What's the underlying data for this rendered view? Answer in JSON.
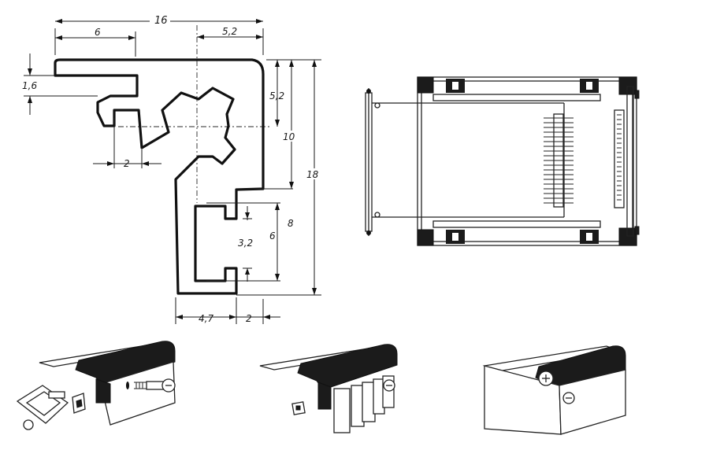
{
  "profile_drawing": {
    "dimensions": {
      "overall_width": "16",
      "left_flange": "6",
      "right_offset": "5,2",
      "flange_thickness": "1,6",
      "vertical_offset_upper": "5,2",
      "vertical_offset_center": "10",
      "overall_height": "18",
      "slot_height": "8",
      "slot_inner": "6",
      "slot_opening": "3,2",
      "tab_width": "2",
      "bottom_width": "4,7",
      "bottom_lip": "2"
    }
  },
  "icons": {
    "frame_plan": "frame-assembly-plan-icon",
    "step1": "profile-mounting-nut-screw-icon",
    "step2": "profile-with-card-guides-icon",
    "step3": "profile-closed-panel-icon"
  }
}
